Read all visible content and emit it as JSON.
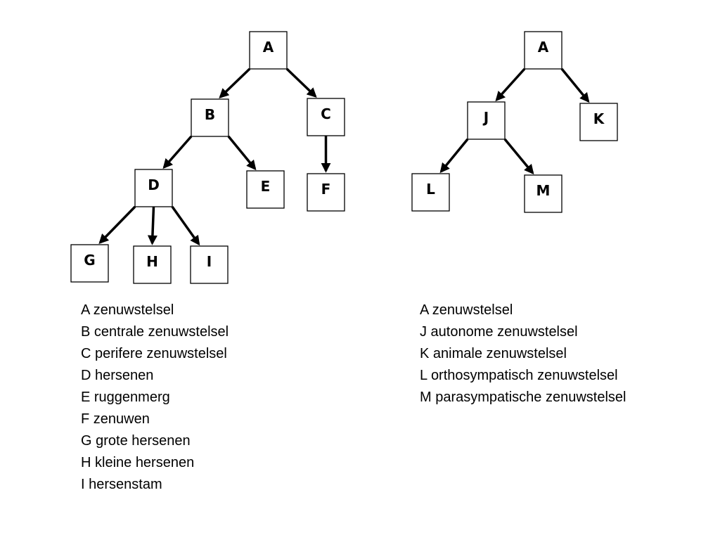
{
  "diagram_left": {
    "nodes": [
      "A",
      "B",
      "C",
      "D",
      "E",
      "F",
      "G",
      "H",
      "I"
    ],
    "edges": [
      [
        "A",
        "B"
      ],
      [
        "A",
        "C"
      ],
      [
        "B",
        "D"
      ],
      [
        "B",
        "E"
      ],
      [
        "C",
        "F"
      ],
      [
        "D",
        "G"
      ],
      [
        "D",
        "H"
      ],
      [
        "D",
        "I"
      ]
    ],
    "legend": [
      "A zenuwstelsel",
      "B centrale zenuwstelsel",
      "C perifere zenuwstelsel",
      "D hersenen",
      "E ruggenmerg",
      "F zenuwen",
      "G grote hersenen",
      "H kleine hersenen",
      "I hersenstam"
    ]
  },
  "diagram_right": {
    "nodes": [
      "A",
      "J",
      "K",
      "L",
      "M"
    ],
    "edges": [
      [
        "A",
        "J"
      ],
      [
        "A",
        "K"
      ],
      [
        "J",
        "L"
      ],
      [
        "J",
        "M"
      ]
    ],
    "legend": [
      "A zenuwstelsel",
      "J autonome zenuwstelsel",
      "K animale zenuwstelsel",
      "L orthosympatisch zenuwstelsel",
      "M parasympatische zenuwstelsel"
    ]
  },
  "colors": {
    "stroke": "#000000",
    "background": "#ffffff"
  }
}
